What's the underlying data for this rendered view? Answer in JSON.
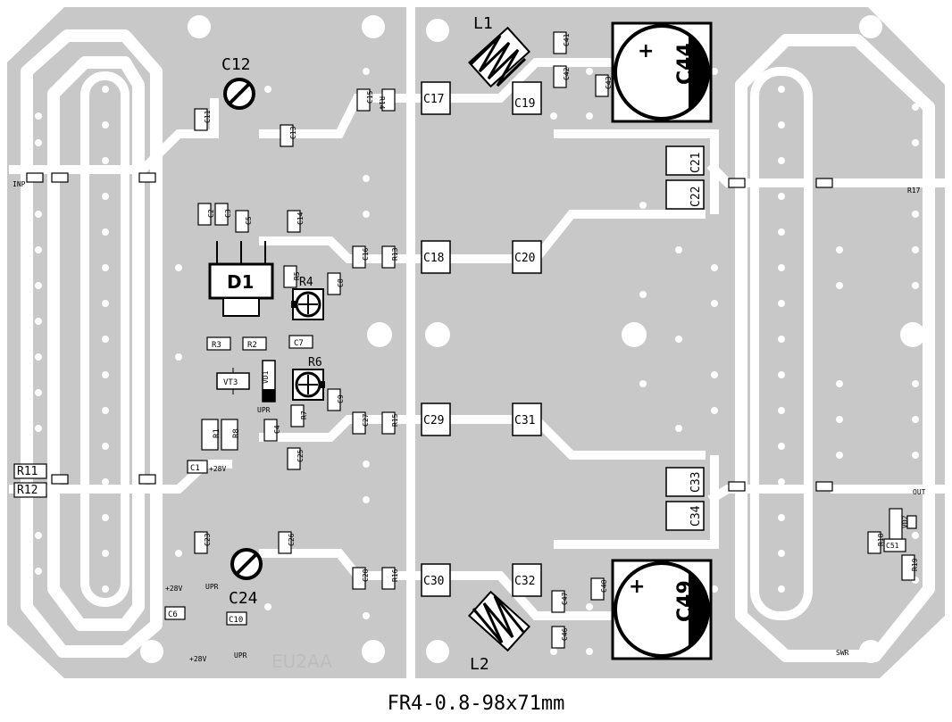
{
  "colors": {
    "copper": "#c8c8c8",
    "trace": "#ffffff",
    "silk": "#000000",
    "author": "#bdbdbd"
  },
  "board": {
    "author_label": "EU2AA",
    "footer": "FR4-0.8-98x71mm"
  },
  "components": {
    "C12": "C12",
    "C24": "C24",
    "L1": "L1",
    "L2": "L2",
    "C44": "C44",
    "C49": "C49",
    "D1": "D1",
    "R4": "R4",
    "R6": "R6",
    "VT3": "VT3",
    "VD1": "VD1",
    "VD2": "VD2",
    "C17": "C17",
    "C18": "C18",
    "C29": "C29",
    "C30": "C30",
    "C19": "C19",
    "C20": "C20",
    "C31": "C31",
    "C32": "C32",
    "C21": "C21",
    "C22": "C22",
    "C33": "C33",
    "C34": "C34",
    "C11": "C11",
    "C13": "C13",
    "C14": "C14",
    "C15": "C15",
    "C16": "C16",
    "R14": "R14",
    "R13": "R13",
    "R15": "R15",
    "R16": "R16",
    "C2": "C2",
    "C3": "C3",
    "C5": "C5",
    "R5": "R5",
    "C8": "C8",
    "R3": "R3",
    "R2": "R2",
    "C7": "C7",
    "C9": "C9",
    "R7": "R7",
    "C4": "C4",
    "R1": "R1",
    "R8": "R8",
    "C27": "C27",
    "C25": "C25",
    "C1": "C1",
    "R11": "R11",
    "R12": "R12",
    "C23": "C23",
    "C26": "C26",
    "C28": "C28",
    "C6": "C6",
    "C10": "C10",
    "C41": "C41",
    "C42": "C42",
    "C43": "C43",
    "C47": "C47",
    "C48": "C48",
    "C46": "C46",
    "R17": "R17",
    "R18": "R18",
    "R19": "R19",
    "C51": "C51"
  },
  "net_labels": {
    "inp": "INP",
    "out": "OUT",
    "swr": "SWR",
    "plus28v": "+28V",
    "upr": "UPR",
    "plus": "+"
  }
}
